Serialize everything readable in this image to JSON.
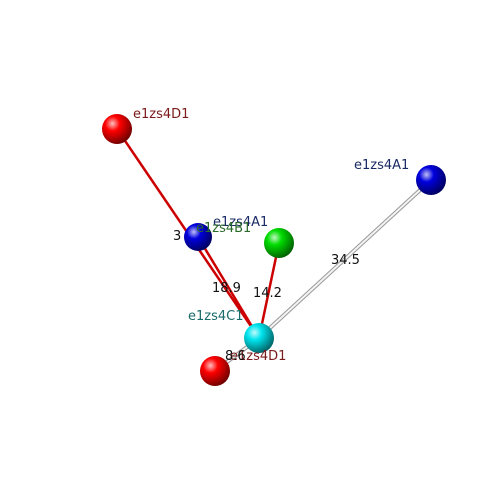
{
  "atoms": [
    {
      "id": "d1_top",
      "label": "e1zs4D1",
      "color": "#ff0000",
      "label_color": "#7a1a1a"
    },
    {
      "id": "a1_mid",
      "label": "e1zs4A1",
      "color": "#0000dd",
      "label_color": "#1a2a66"
    },
    {
      "id": "b1",
      "label": "e1zs4B1",
      "color": "#00dd00",
      "label_color": "#2a6a2a"
    },
    {
      "id": "a1_right",
      "label": "e1zs4A1",
      "color": "#0000dd",
      "label_color": "#1a2a66"
    },
    {
      "id": "c1",
      "label": "e1zs4C1",
      "color": "#00e5ee",
      "label_color": "#1a6a6a"
    },
    {
      "id": "d1_bot",
      "label": "e1zs4D1",
      "color": "#ff0000",
      "label_color": "#7a1a1a"
    }
  ],
  "distances": [
    {
      "id": "d1_top-c1",
      "label": "18.9",
      "color": "#cc0000"
    },
    {
      "id": "a1_mid-c1",
      "label": "3",
      "color": "#cc0000"
    },
    {
      "id": "b1-c1",
      "label": "14.2",
      "color": "#cc0000"
    },
    {
      "id": "a1_right-c1",
      "label": "34.5",
      "color": "#cccccc"
    },
    {
      "id": "d1_bot-c1",
      "label": "8.6",
      "color": "#cccccc"
    }
  ]
}
